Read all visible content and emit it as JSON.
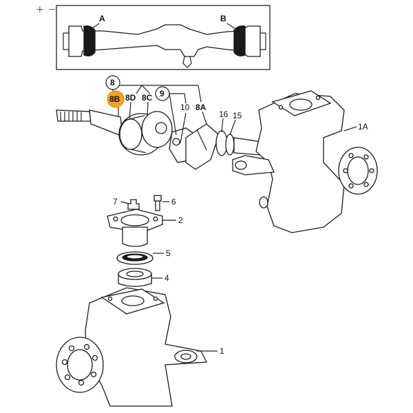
{
  "zoom": {
    "in_symbol": "+",
    "out_symbol": "−"
  },
  "inset": {
    "label_a": "A",
    "label_b": "B"
  },
  "callouts": {
    "c8": "8",
    "c8b": "8B",
    "c8d": "8D",
    "c8c": "8C",
    "c9": "9",
    "c10": "10",
    "c8a": "8A",
    "c16": "16",
    "c15": "15",
    "c1a": "1A",
    "c7": "7",
    "c6": "6",
    "c2": "2",
    "c5": "5",
    "c4": "4",
    "c1": "1"
  },
  "colors": {
    "highlight": "#f2a21f",
    "line": "#1a1a1a",
    "background": "#ffffff"
  },
  "icons": {
    "zoom_in": "plus-icon",
    "zoom_out": "minus-icon"
  }
}
